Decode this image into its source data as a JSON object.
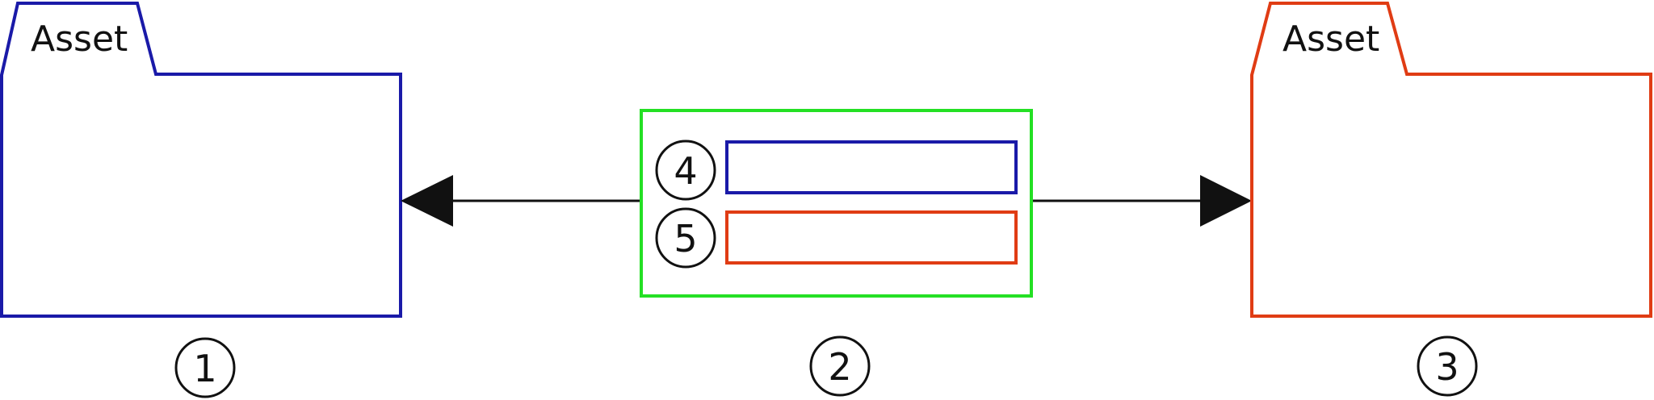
{
  "diagram": {
    "colors": {
      "blue": "#1a1aa8",
      "red": "#e03c14",
      "green": "#24e024",
      "black": "#111111"
    },
    "left_folder": {
      "label": "Asset",
      "number": "1"
    },
    "right_folder": {
      "label": "Asset",
      "number": "3"
    },
    "center_box": {
      "number": "2"
    },
    "slots": [
      {
        "number": "4"
      },
      {
        "number": "5"
      }
    ]
  }
}
